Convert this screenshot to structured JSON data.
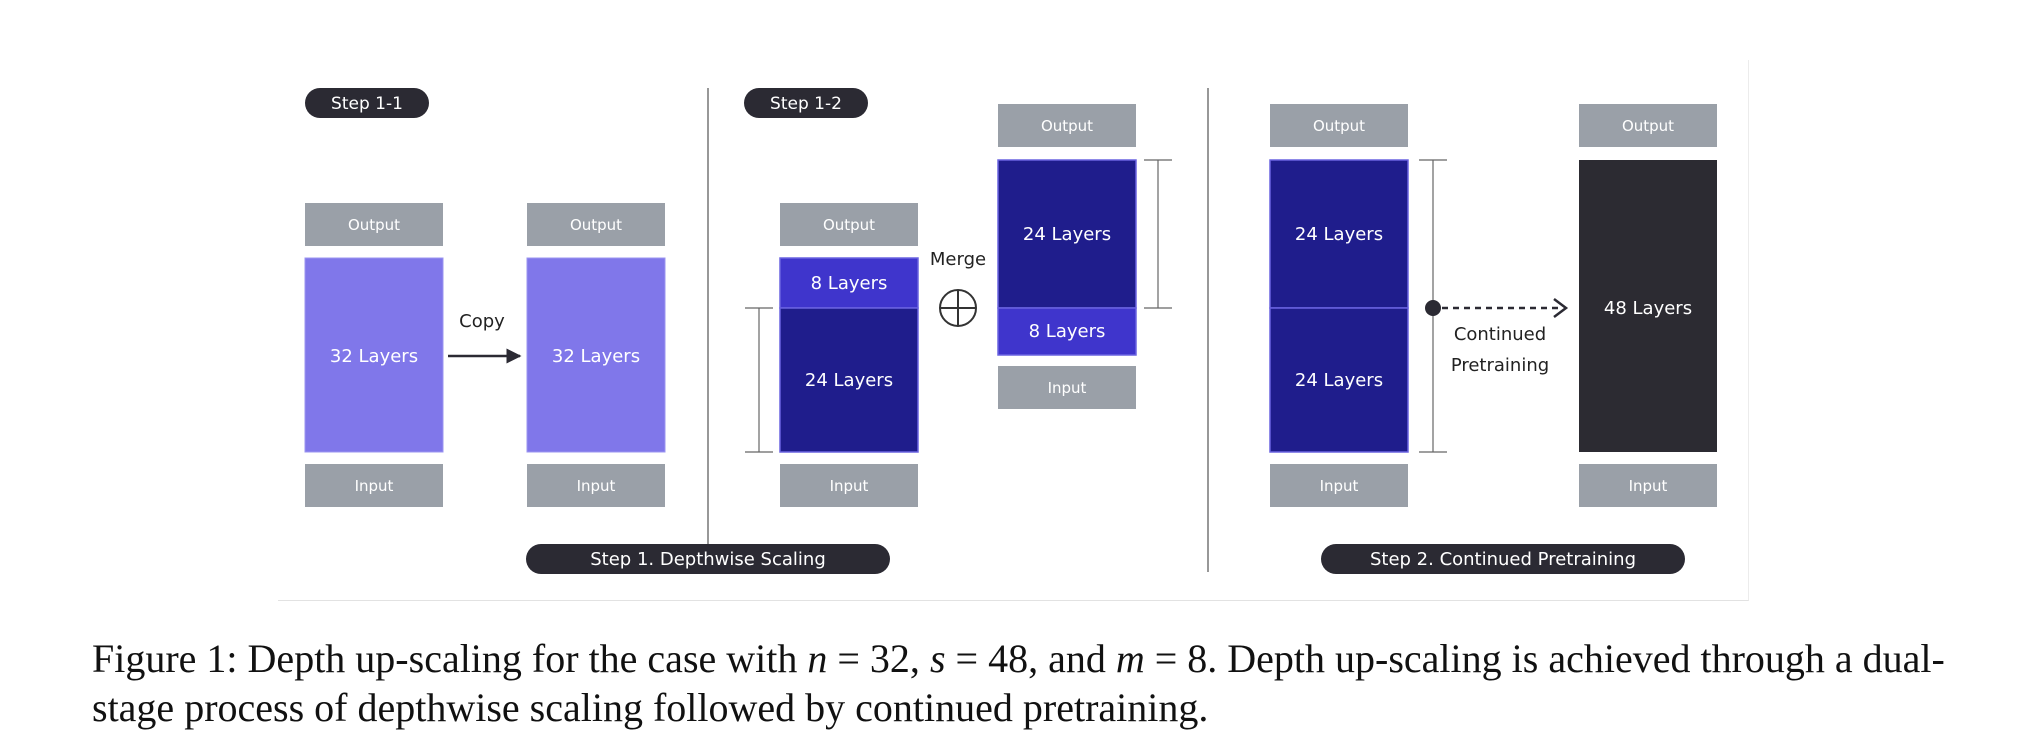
{
  "colors": {
    "io_block": "#9aa0a8",
    "light_purple": "#8077ea",
    "dark_navy": "#1f1d8c",
    "medium_blue": "#3f35cc",
    "black_block": "#2c2b32",
    "pill": "#2b2a33",
    "line": "#666666"
  },
  "step1_1": {
    "badge": "Step 1-1",
    "left_stack": {
      "output": "Output",
      "body": "32 Layers",
      "input": "Input"
    },
    "copy_label": "Copy",
    "right_stack": {
      "output": "Output",
      "body": "32 Layers",
      "input": "Input"
    }
  },
  "step1_2": {
    "badge": "Step 1-2",
    "left_stack": {
      "output": "Output",
      "top": "8 Layers",
      "bottom": "24 Layers",
      "input": "Input"
    },
    "merge_label": "Merge",
    "merge_symbol": "⊕",
    "right_stack": {
      "output": "Output",
      "top": "24 Layers",
      "bottom": "8 Layers",
      "input": "Input"
    }
  },
  "step1_footer": "Step 1.  Depthwise Scaling",
  "step2": {
    "left_stack": {
      "output": "Output",
      "top": "24 Layers",
      "bottom": "24 Layers",
      "input": "Input"
    },
    "arrow_label_line1": "Continued",
    "arrow_label_line2": "Pretraining",
    "right_stack": {
      "output": "Output",
      "body": "48 Layers",
      "input": "Input"
    }
  },
  "step2_footer": "Step 2. Continued Pretraining",
  "caption": {
    "prefix": "Figure 1: Depth up-scaling for the case with ",
    "n_var": "n",
    "n_eq": " = 32, ",
    "s_var": "s",
    "s_eq": " = 48, and ",
    "m_var": "m",
    "m_eq": " = 8",
    "suffix": ". Depth up-scaling is achieved through a dual-stage process of depthwise scaling followed by continued pretraining."
  }
}
